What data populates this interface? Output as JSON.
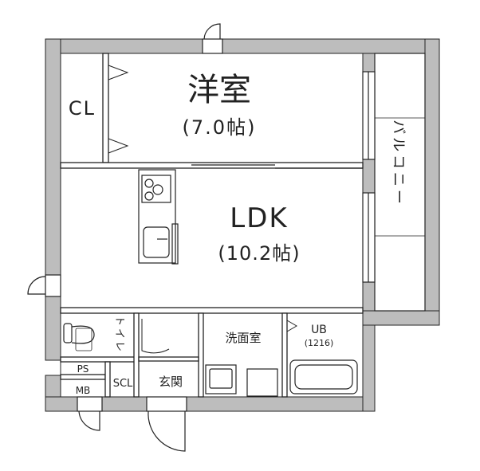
{
  "rooms": {
    "western_room": {
      "name": "洋室",
      "size": "(7.0帖)"
    },
    "ldk": {
      "name": "LDK",
      "size": "(10.2帖)"
    },
    "closet": {
      "name": "CL"
    },
    "balcony": {
      "name": "バルコニー"
    },
    "toilet": {
      "name": "トイレ"
    },
    "washroom": {
      "name": "洗面室"
    },
    "bath": {
      "name": "UB",
      "size": "(1216)"
    },
    "entrance": {
      "name": "玄関"
    },
    "shoe_closet": {
      "name": "SCL"
    },
    "pipe_space": {
      "name": "PS"
    },
    "meter_box": {
      "name": "MB"
    }
  },
  "colors": {
    "wall": "#bdbdbd",
    "line": "#222222",
    "background": "#ffffff"
  }
}
